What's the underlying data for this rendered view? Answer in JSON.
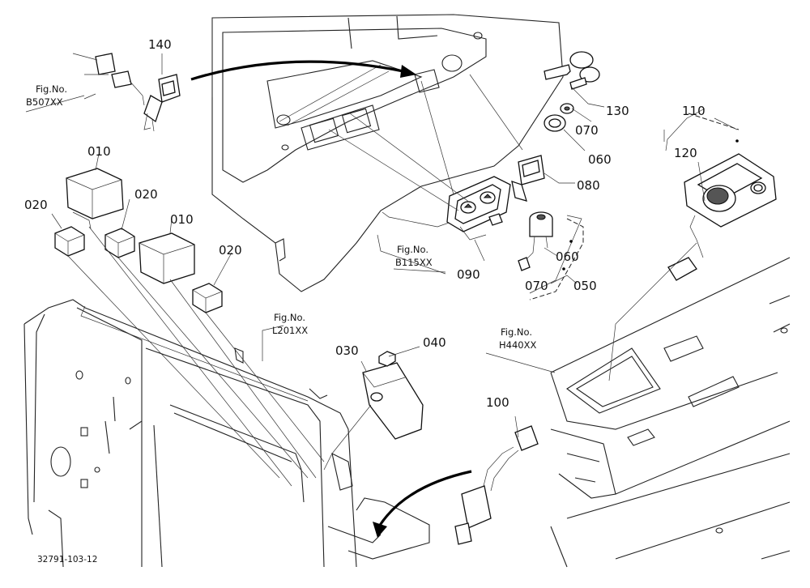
{
  "parts": [
    {
      "id": "p140",
      "number": "140"
    },
    {
      "id": "p130",
      "number": "130"
    },
    {
      "id": "p070a",
      "number": "070"
    },
    {
      "id": "p060a",
      "number": "060"
    },
    {
      "id": "p110",
      "number": "110"
    },
    {
      "id": "p120",
      "number": "120"
    },
    {
      "id": "p080",
      "number": "080"
    },
    {
      "id": "p010a",
      "number": "010"
    },
    {
      "id": "p020a",
      "number": "020"
    },
    {
      "id": "p020b",
      "number": "020"
    },
    {
      "id": "p010b",
      "number": "010"
    },
    {
      "id": "p020c",
      "number": "020"
    },
    {
      "id": "p090",
      "number": "090"
    },
    {
      "id": "p060b",
      "number": "060"
    },
    {
      "id": "p070b",
      "number": "070"
    },
    {
      "id": "p050",
      "number": "050"
    },
    {
      "id": "p030",
      "number": "030"
    },
    {
      "id": "p040",
      "number": "040"
    },
    {
      "id": "p100",
      "number": "100"
    }
  ],
  "figure_refs": [
    {
      "id": "b507",
      "label": "Fig.No.",
      "code": "B507XX"
    },
    {
      "id": "b115",
      "label": "Fig.No.",
      "code": "B115XX"
    },
    {
      "id": "l201",
      "label": "Fig.No.",
      "code": "L201XX"
    },
    {
      "id": "h440",
      "label": "Fig.No.",
      "code": "H440XX"
    }
  ],
  "drawing_number": "32791-103-12"
}
